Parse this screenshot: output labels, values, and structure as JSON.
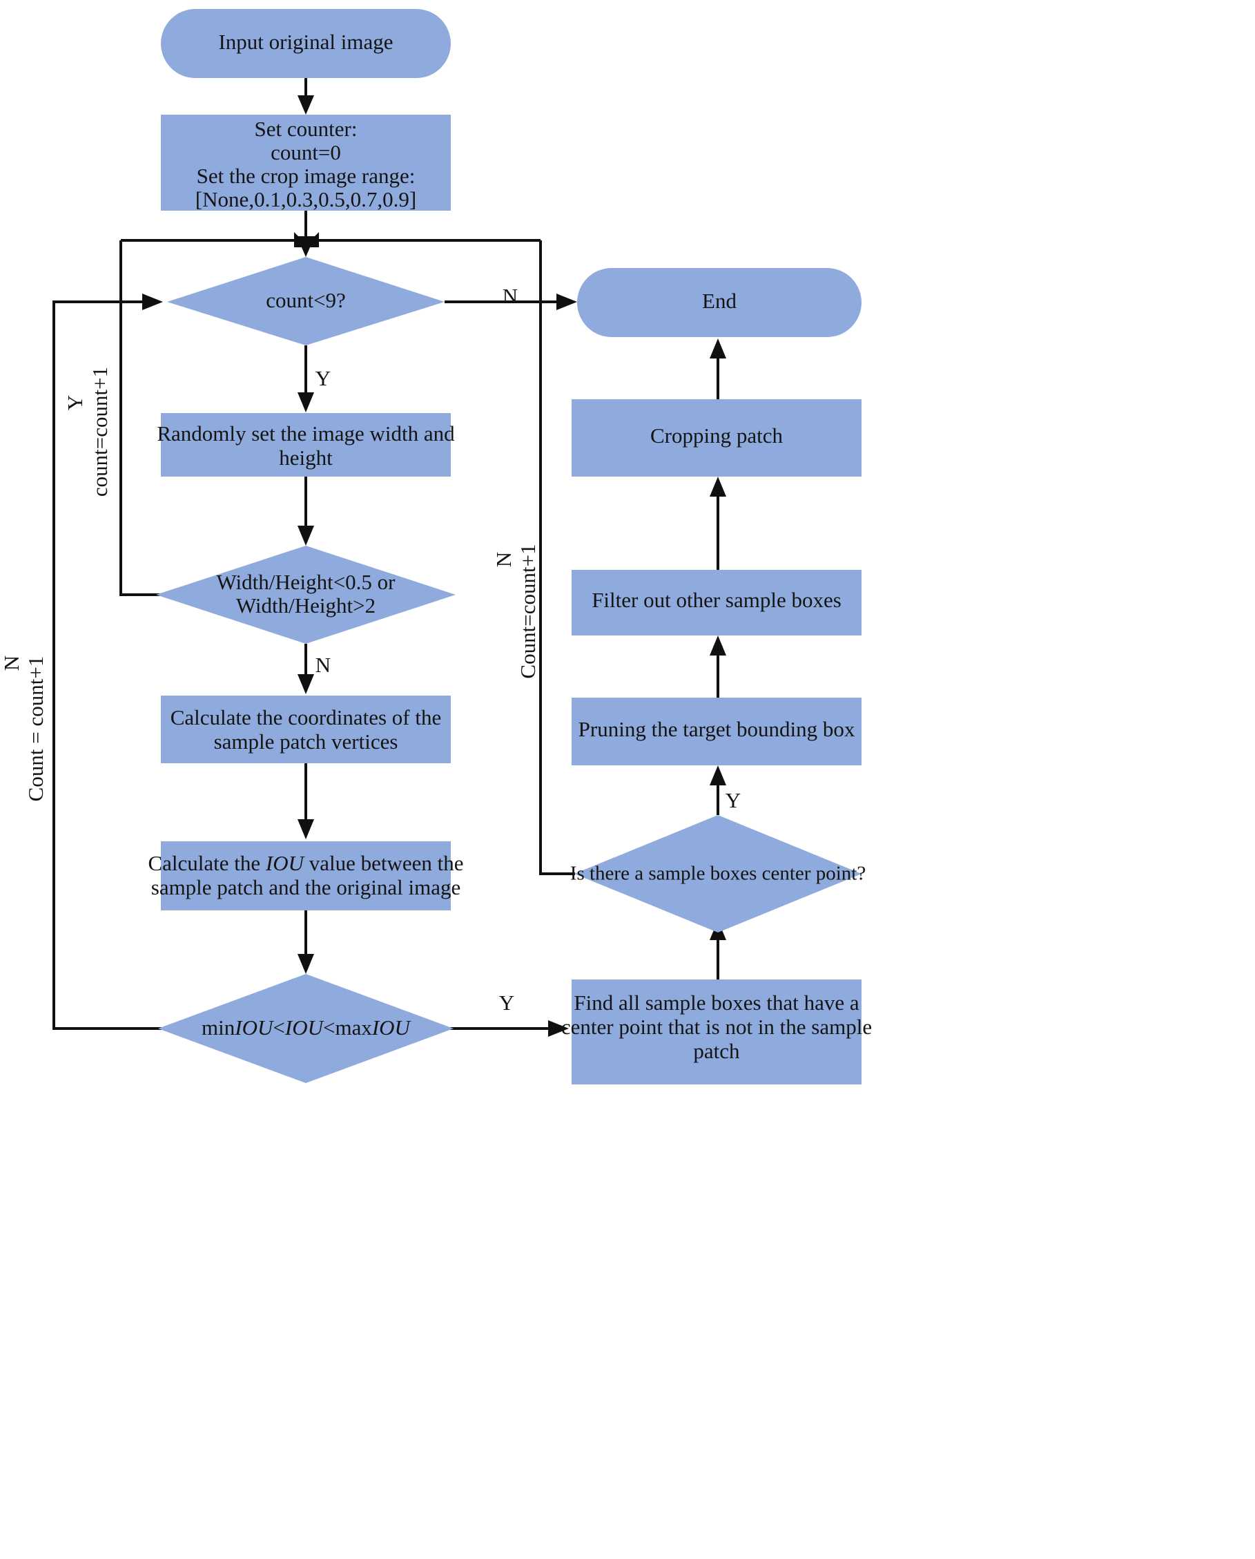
{
  "diagram": {
    "type": "flowchart",
    "title": "Random sample patch cropping flowchart",
    "accent_color": "#8FAADC",
    "line_color": "#101010",
    "text_color": "#141414",
    "nodes": {
      "start": {
        "shape": "terminator",
        "label": "Input original image"
      },
      "set_counter": {
        "shape": "process",
        "line1": "Set counter:",
        "line2": "count=0",
        "line3": "Set the crop image range:",
        "line4": "[None,0.1,0.3,0.5,0.7,0.9]"
      },
      "count_check": {
        "shape": "decision",
        "label": "count<9?"
      },
      "end": {
        "shape": "terminator",
        "label": "End"
      },
      "random_wh": {
        "shape": "process",
        "line1": "Randomly set the image width and",
        "line2": "height"
      },
      "ratio_check": {
        "shape": "decision",
        "line1": "Width/Height<0.5 or",
        "line2": "Width/Height>2"
      },
      "calc_coords": {
        "shape": "process",
        "line1": "Calculate the coordinates of the",
        "line2": "sample patch vertices"
      },
      "calc_iou": {
        "shape": "process",
        "line1_a": "Calculate the ",
        "line1_b": "IOU",
        "line1_c": " value between the",
        "line2": "sample patch and the original image"
      },
      "iou_check": {
        "shape": "decision",
        "part_a": "min",
        "part_b": "IOU",
        "part_c": "<",
        "part_d": "IOU",
        "part_e": "<max",
        "part_f": "IOU"
      },
      "find_boxes": {
        "shape": "process",
        "line1": "Find all sample boxes that have a",
        "line2": "center point that is not in the sample",
        "line3": "patch"
      },
      "center_check": {
        "shape": "decision",
        "label": "Is there a sample boxes center point?"
      },
      "pruning": {
        "shape": "process",
        "label": "Pruning the target bounding box"
      },
      "filter_boxes": {
        "shape": "process",
        "label": "Filter out other sample boxes"
      },
      "cropping": {
        "shape": "process",
        "label": "Cropping patch"
      }
    },
    "edge_labels": {
      "count_check_no": "N",
      "count_check_yes": "Y",
      "ratio_check_no": "N",
      "ratio_loop_y": "Y",
      "ratio_loop_count": "count=count+1",
      "iou_check_yes": "Y",
      "iou_loop_n": "N",
      "iou_loop_count": "Count = count+1",
      "center_check_yes": "Y",
      "center_check_no": "N",
      "center_loop_count": "Count=count+1"
    }
  }
}
